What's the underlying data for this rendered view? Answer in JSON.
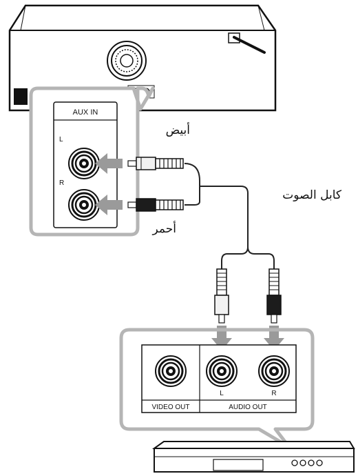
{
  "labels": {
    "aux_in": "AUX IN",
    "left_channel": "L",
    "right_channel": "R",
    "white_plug": "أبيض",
    "red_plug": "أحمر",
    "audio_cable": "كابل الصوت",
    "video_out": "VIDEO OUT",
    "audio_out": "AUDIO OUT",
    "out_left": "L",
    "out_right": "R"
  },
  "icons": [
    "speaker-grille-icon",
    "antenna-icon",
    "rca-jack-icon",
    "rca-plug-icon",
    "arrow-icon",
    "dvd-player-icon"
  ],
  "colors": {
    "panel_border": "#b5b5b5",
    "arrow": "#9a9a9a",
    "cable": "#222222",
    "red_plug": "#1c1c1c",
    "white_plug": "#f2f2f2"
  }
}
